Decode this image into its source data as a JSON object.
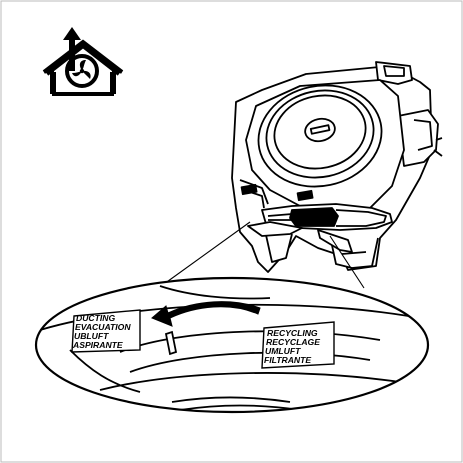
{
  "zoom_labels": {
    "left": [
      "DUCTING",
      "EVACUATION",
      "UBLUFT",
      "ASPIRANTE"
    ],
    "right": [
      "RECYCLING",
      "RECYCLAGE",
      "UMLUFT",
      "FILTRANTE"
    ]
  },
  "icons": {
    "mode_icon": "house-with-fan-exhaust-icon",
    "direction": "arrow-left-icon"
  },
  "colors": {
    "line": "#000000",
    "background": "#ffffff"
  }
}
